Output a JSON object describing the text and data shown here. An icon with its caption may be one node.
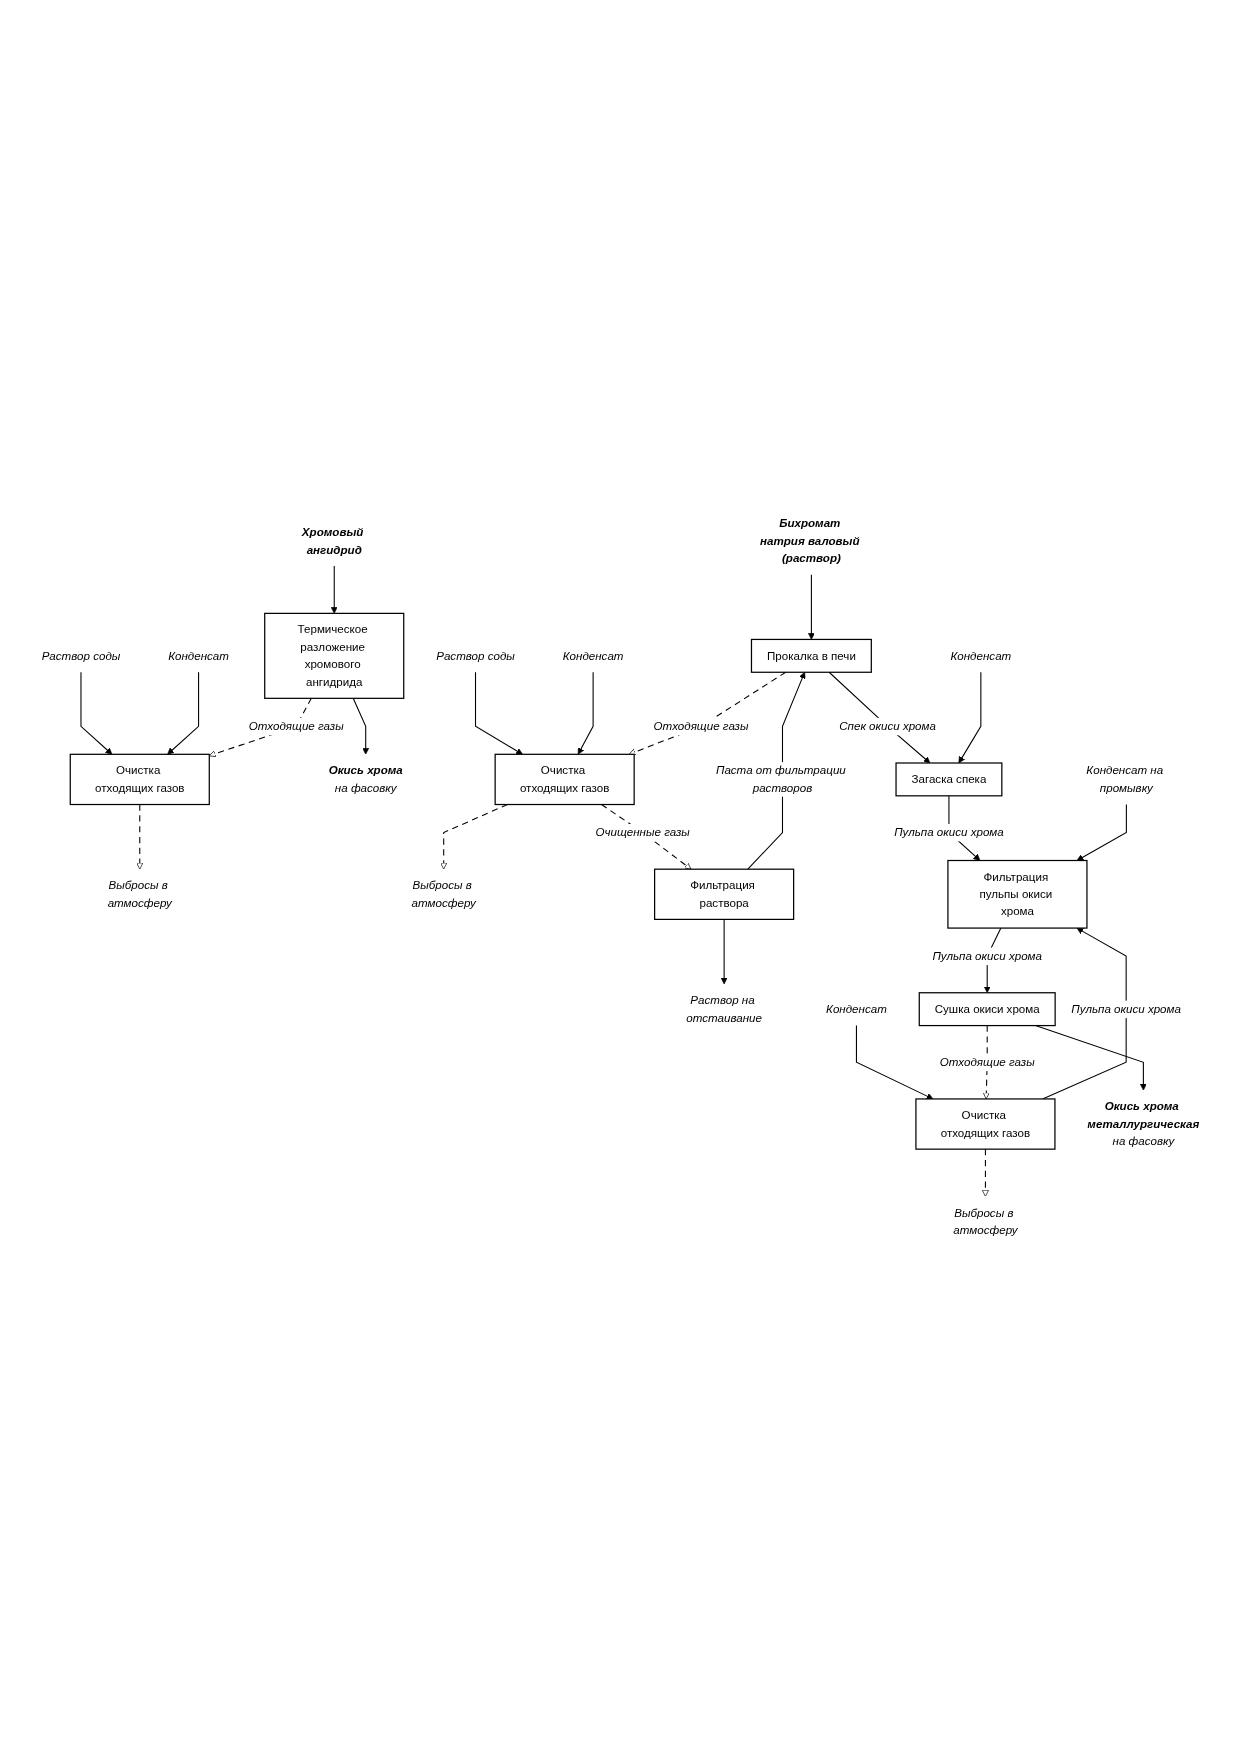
{
  "diagram": {
    "nodes": [
      {
        "text": [
          "Хромовый ангидрид"
        ]
      },
      {
        "text": [
          "Раствор соды"
        ]
      },
      {
        "text": [
          "Конденсат"
        ]
      },
      {
        "text": [
          "Термическое разложение хромового ангидрида"
        ]
      },
      {
        "text": [
          "Очистка отходящих газов"
        ]
      },
      {
        "text": [
          "Выбросы в атмосферу"
        ]
      },
      {
        "text": [
          "Окись хрома",
          "на фасовку"
        ]
      },
      {
        "text": [
          "Бихромат натрия валовый (раствор)"
        ]
      },
      {
        "text": [
          "Раствор соды"
        ]
      },
      {
        "text": [
          "Конденсат"
        ]
      },
      {
        "text": [
          "Прокалка в печи"
        ]
      },
      {
        "text": [
          "Очистка отходящих газов"
        ]
      },
      {
        "text": [
          "Выбросы в атмосферу"
        ]
      },
      {
        "text": [
          "Конденсат"
        ]
      },
      {
        "text": [
          "Загаска спека"
        ]
      },
      {
        "text": [
          "Фильтрация раствора"
        ]
      },
      {
        "text": [
          "Раствор на отстаивание"
        ]
      },
      {
        "text": [
          "Конденсат на промывку"
        ]
      },
      {
        "text": [
          "Фильтрация пульпы окиси хрома"
        ]
      },
      {
        "text": [
          "Конденсат"
        ]
      },
      {
        "text": [
          "Сушка окиси хрома"
        ]
      },
      {
        "text": [
          "Очистка отходящих газов"
        ]
      },
      {
        "text": [
          "Выбросы в атмосферу"
        ]
      },
      {
        "text": [
          "Окись хрома металлургическая",
          "на фасовку"
        ]
      }
    ],
    "edges": [
      {
        "from": 0,
        "to": 3,
        "arrow": "to"
      },
      {
        "from": 1,
        "to": 4,
        "arrow": "to"
      },
      {
        "from": 2,
        "to": 4,
        "arrow": "to"
      },
      {
        "from": 3,
        "to": 4,
        "arrow": "to",
        "label": "Отходящие газы",
        "style": "dashed"
      },
      {
        "from": 4,
        "to": 5,
        "arrow": "to",
        "style": "dashed"
      },
      {
        "from": 3,
        "to": 6,
        "arrow": "to"
      },
      {
        "from": 7,
        "to": 10,
        "arrow": "to"
      },
      {
        "from": 8,
        "to": 11,
        "arrow": "to"
      },
      {
        "from": 9,
        "to": 11,
        "arrow": "to"
      },
      {
        "from": 10,
        "to": 11,
        "arrow": "to",
        "label": "Отходящие газы",
        "style": "dashed"
      },
      {
        "from": 11,
        "to": 12,
        "arrow": "to",
        "style": "dashed"
      },
      {
        "from": 11,
        "to": 15,
        "arrow": "to",
        "label": "Очищенные газы",
        "style": "dashed"
      },
      {
        "from": 15,
        "to": 10,
        "arrow": "to",
        "label": "Паста от фильтрации растворов"
      },
      {
        "from": 15,
        "to": 16,
        "arrow": "to"
      },
      {
        "from": 10,
        "to": 14,
        "arrow": "to",
        "label": "Спек окиси хрома"
      },
      {
        "from": 13,
        "to": 14,
        "arrow": "to"
      },
      {
        "from": 14,
        "to": 18,
        "arrow": "to",
        "label": "Пульпа окиси хрома"
      },
      {
        "from": 17,
        "to": 18,
        "arrow": "to"
      },
      {
        "from": 21,
        "to": 18,
        "arrow": "to",
        "label": "Пульпа окиси хрома"
      },
      {
        "from": 18,
        "to": 20,
        "arrow": "to",
        "label": "Пульпа окиси хрома"
      },
      {
        "from": 19,
        "to": 21,
        "arrow": "to"
      },
      {
        "from": 20,
        "to": 21,
        "arrow": "to",
        "label": "Отходящие газы",
        "style": "dashed"
      },
      {
        "from": 21,
        "to": 22,
        "arrow": "to",
        "style": "dashed"
      },
      {
        "from": 20,
        "to": 23,
        "arrow": "to"
      }
    ]
  }
}
